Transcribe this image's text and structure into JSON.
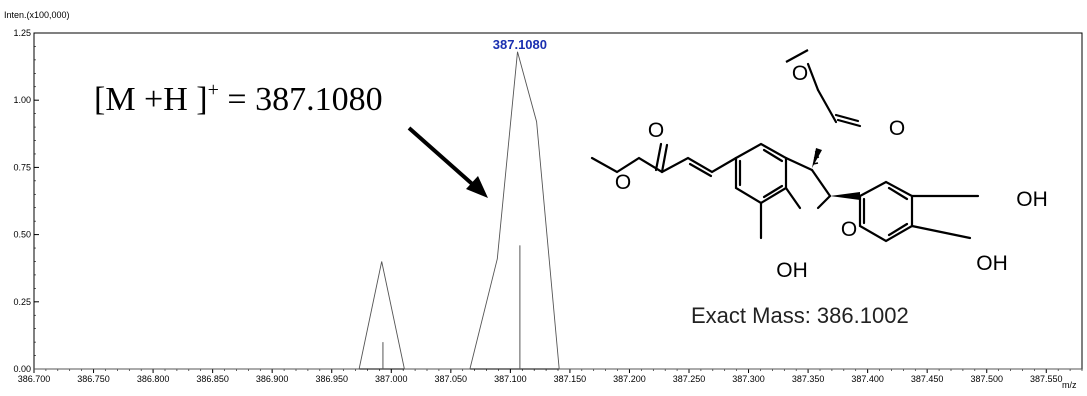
{
  "chart_data": {
    "type": "line",
    "yaxis_title": "Inten.(x100,000)",
    "xaxis_title": "m/z",
    "xlim": [
      386.7,
      387.58
    ],
    "ylim": [
      0,
      1.25
    ],
    "x_ticks": [
      "386.700",
      "386.750",
      "386.800",
      "386.850",
      "386.900",
      "386.950",
      "387.000",
      "387.050",
      "387.100",
      "387.150",
      "387.200",
      "387.250",
      "387.300",
      "387.350",
      "387.400",
      "387.450",
      "387.500",
      "387.550"
    ],
    "y_ticks": [
      "0.00",
      "0.25",
      "0.50",
      "0.75",
      "1.00",
      "1.25"
    ],
    "profile": [
      {
        "x": 386.7,
        "y": 0
      },
      {
        "x": 386.973,
        "y": 0
      },
      {
        "x": 386.992,
        "y": 0.4
      },
      {
        "x": 387.011,
        "y": 0
      },
      {
        "x": 387.066,
        "y": 0
      },
      {
        "x": 387.089,
        "y": 0.41
      },
      {
        "x": 387.106,
        "y": 1.18
      },
      {
        "x": 387.122,
        "y": 0.92
      },
      {
        "x": 387.141,
        "y": 0
      },
      {
        "x": 387.58,
        "y": 0
      }
    ],
    "centroids": [
      {
        "x": 386.993,
        "y": 0.1
      },
      {
        "x": 387.108,
        "y": 0.46
      }
    ],
    "peak_label": {
      "text": "387.1080",
      "x": 387.108,
      "y": 1.18
    }
  },
  "annotation": {
    "ion_open": "[",
    "ion_body": "M +H ",
    "ion_close": "]",
    "ion_charge": "+",
    "ion_value": " =  387.1080"
  },
  "structure": {
    "atoms": [
      "O",
      "O",
      "O",
      "O",
      "O",
      "OH",
      "OH",
      "OH"
    ]
  },
  "exact_mass": "Exact Mass: 386.1002"
}
